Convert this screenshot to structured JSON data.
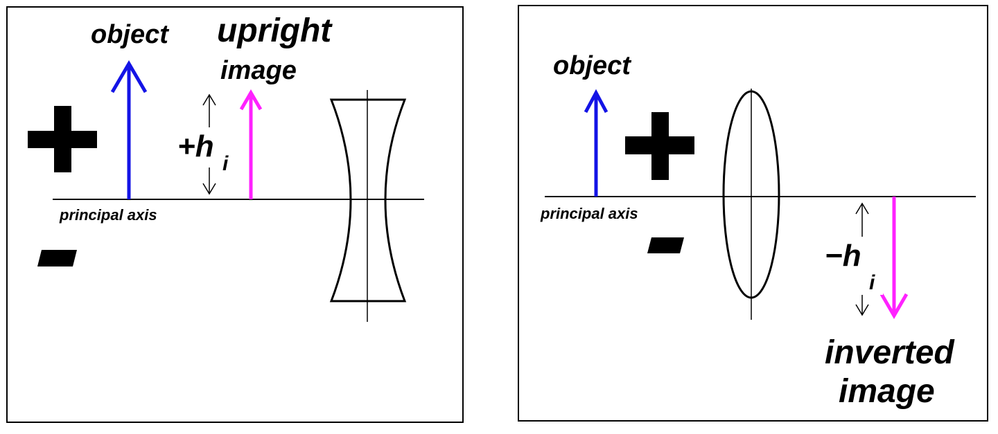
{
  "left_panel": {
    "object_label": "object",
    "image_label_line1": "upright",
    "image_label_line2": "image",
    "height_label": "+h",
    "height_subscript": "i",
    "axis_label": "principal axis",
    "lens_type": "diverging (concave) lens"
  },
  "right_panel": {
    "object_label": "object",
    "image_label_line1": "inverted",
    "image_label_line2": "image",
    "height_label": "−h",
    "height_subscript": "i",
    "axis_label": "principal axis",
    "lens_type": "converging (convex) lens"
  },
  "colors": {
    "object_arrow": "#1414e6",
    "image_arrow": "#ff22ff",
    "line": "#000000"
  }
}
